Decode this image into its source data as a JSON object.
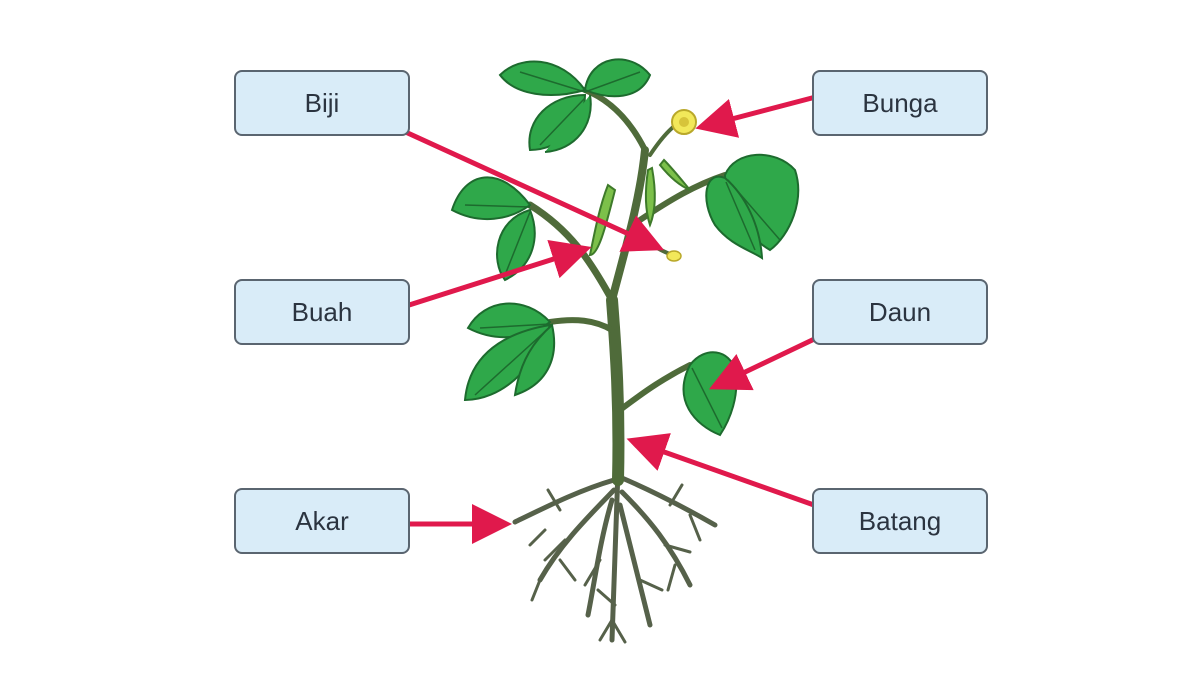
{
  "labels": {
    "biji": "Biji",
    "buah": "Buah",
    "akar": "Akar",
    "bunga": "Bunga",
    "daun": "Daun",
    "batang": "Batang"
  },
  "colors": {
    "box_fill": "#d9ecf8",
    "box_border": "#5a6570",
    "arrow": "#e0194c",
    "leaf": "#2fa84a",
    "leaf_dark": "#1d6b2e",
    "stem": "#4f6b3a",
    "root": "#56614a",
    "flower": "#f2e85a",
    "pod": "#7cc04a"
  }
}
